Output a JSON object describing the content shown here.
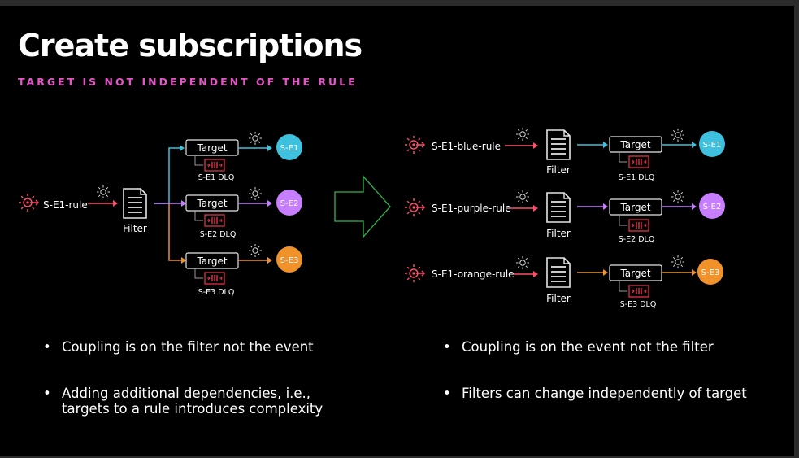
{
  "slide": {
    "title": "Create subscriptions",
    "subtitle": "TARGET IS NOT INDEPENDENT OF THE RULE"
  },
  "left_diagram": {
    "rule_label": "S-E1-rule",
    "filter_label": "Filter",
    "targets": [
      {
        "target_label": "Target",
        "dlq_label": "S-E1 DLQ",
        "subscriber": "S-E1",
        "color": "#3ec1de"
      },
      {
        "target_label": "Target",
        "dlq_label": "S-E2 DLQ",
        "subscriber": "S-E2",
        "color": "#c77dff"
      },
      {
        "target_label": "Target",
        "dlq_label": "S-E3 DLQ",
        "subscriber": "S-E3",
        "color": "#f0912a"
      }
    ]
  },
  "right_diagram": {
    "rows": [
      {
        "rule_label": "S-E1-blue-rule",
        "filter_label": "Filter",
        "target_label": "Target",
        "dlq_label": "S-E1 DLQ",
        "subscriber": "S-E1",
        "color": "#3ec1de"
      },
      {
        "rule_label": "S-E1-purple-rule",
        "filter_label": "Filter",
        "target_label": "Target",
        "dlq_label": "S-E2 DLQ",
        "subscriber": "S-E2",
        "color": "#c77dff"
      },
      {
        "rule_label": "S-E1-orange-rule",
        "filter_label": "Filter",
        "target_label": "Target",
        "dlq_label": "S-E3 DLQ",
        "subscriber": "S-E3",
        "color": "#f0912a"
      }
    ]
  },
  "bullets_left": [
    "Coupling is on the filter not the event",
    "Adding additional dependencies, i.e., targets to a rule introduces complexity"
  ],
  "bullets_right": [
    "Coupling is on the event not the filter",
    "Filters can change independently of target"
  ],
  "colors": {
    "accent_pink": "#e455c8",
    "rule_red": "#ff4f6d",
    "dlq_red": "#e0304a",
    "transition_arrow": "#2fb84a"
  },
  "icons": [
    "event-rule-icon",
    "sun-icon",
    "filter-document-icon",
    "dlq-queue-icon",
    "transition-arrow-icon"
  ]
}
